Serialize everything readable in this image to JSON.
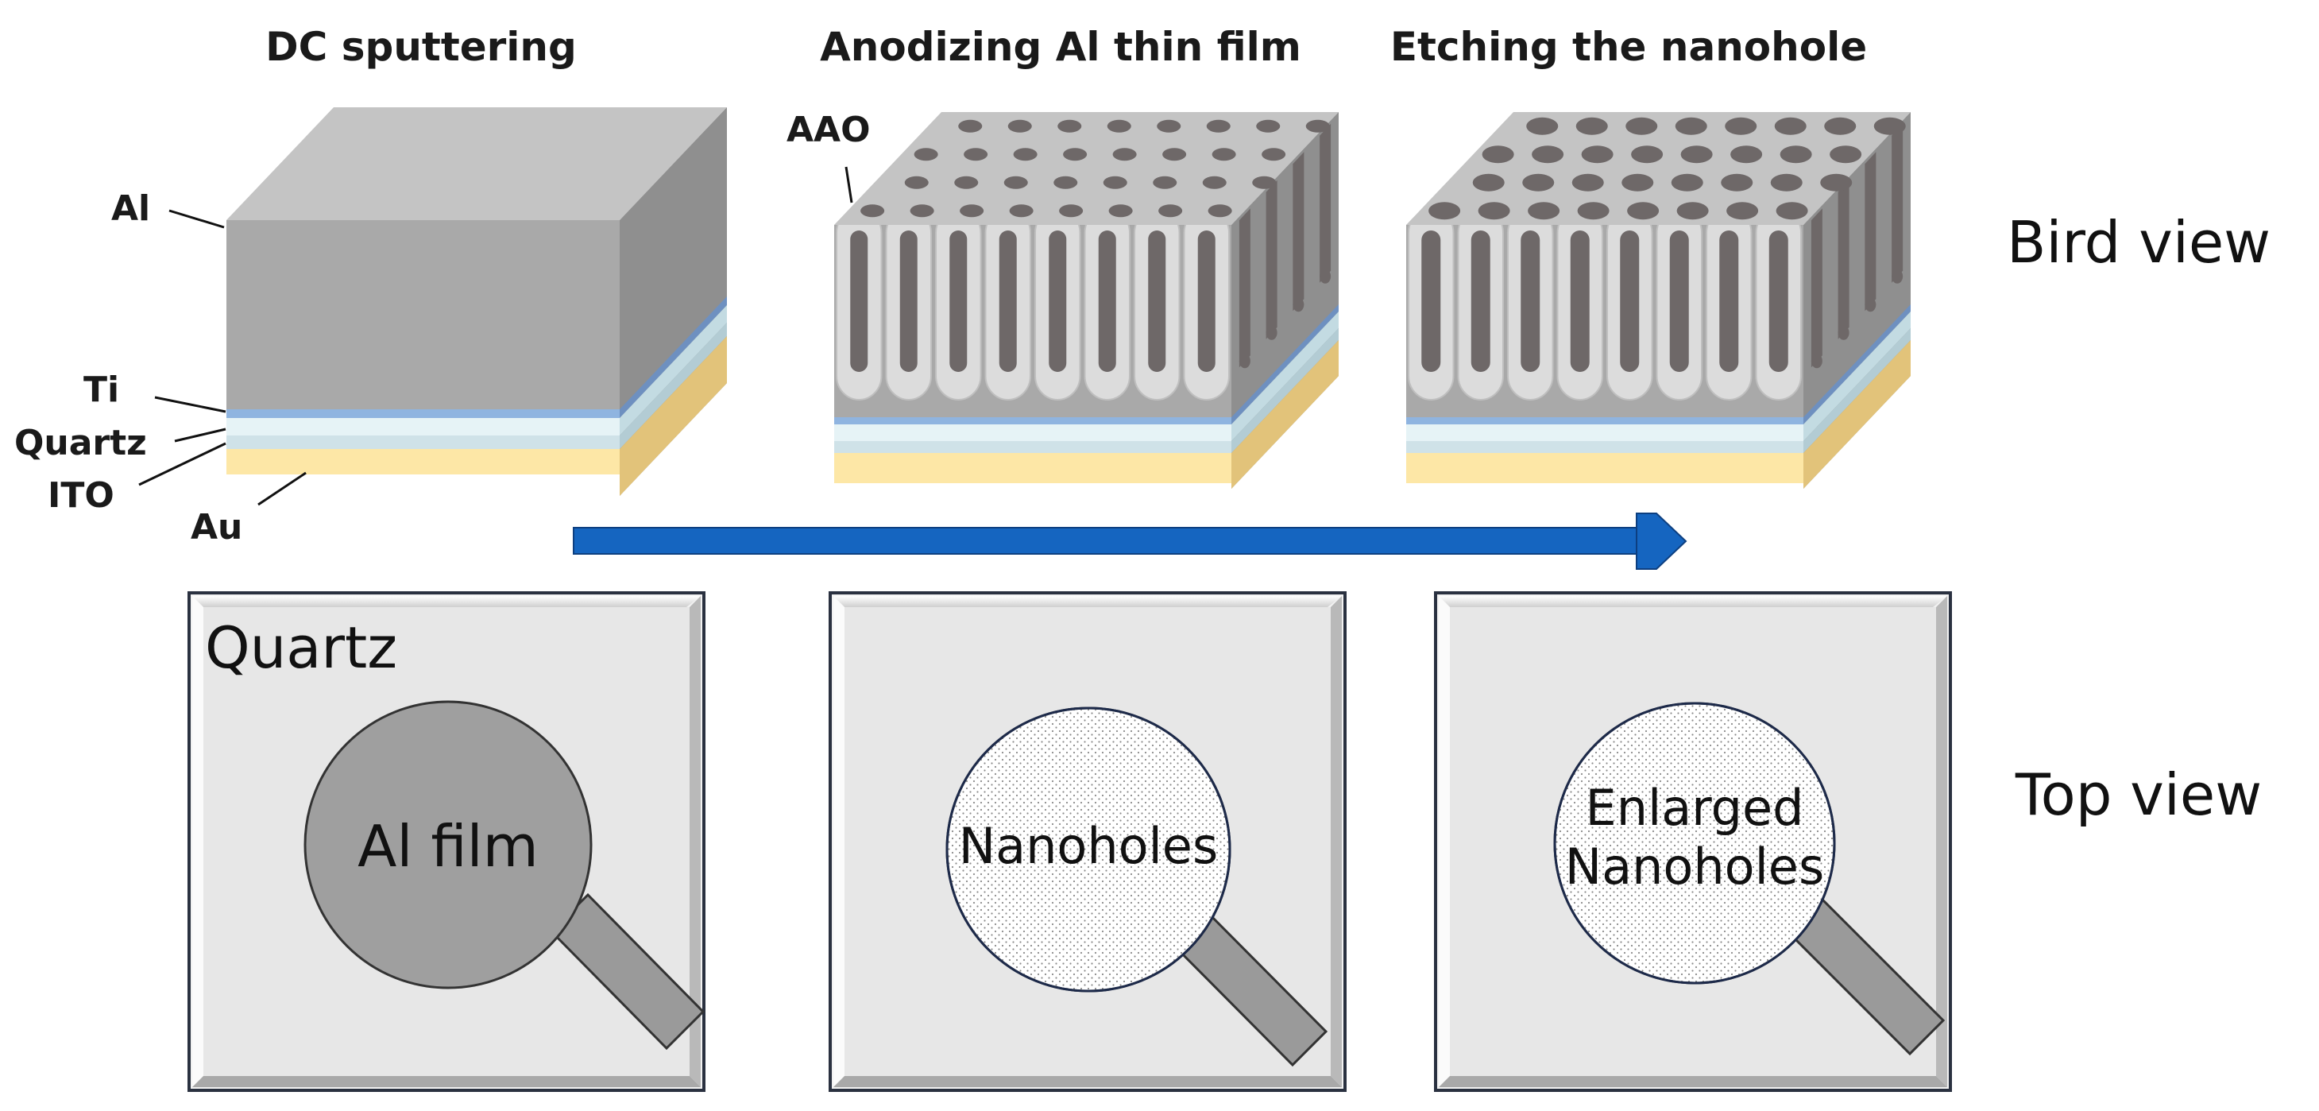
{
  "steps": [
    {
      "title": "DC sputtering"
    },
    {
      "title": "Anodizing Al thin film"
    },
    {
      "title": "Etching the nanohole"
    }
  ],
  "views": {
    "bird": "Bird view",
    "top": "Top view"
  },
  "layer_labels": {
    "al": "Al",
    "ti": "Ti",
    "quartz": "Quartz",
    "ito": "ITO",
    "au": "Au",
    "aao": "AAO"
  },
  "panels": [
    {
      "corner_label": "Quartz",
      "circle_label": "Al film"
    },
    {
      "circle_label": "Nanoholes"
    },
    {
      "circle_label_line1": "Enlarged",
      "circle_label_line2": "Nanoholes"
    }
  ],
  "colors": {
    "al_front": "#a9a9a9",
    "al_top": "#c4c4c4",
    "al_side": "#8f8f8f",
    "ti": "#8fb4e0",
    "quartz": "#e6f3f6",
    "ito": "#cfe2e8",
    "au": "#fde7a6",
    "pore": "#6e6868",
    "arrow": "#1565c0",
    "panel_bg": "#e7e7e7",
    "circle_dark": "#9f9f9f"
  }
}
